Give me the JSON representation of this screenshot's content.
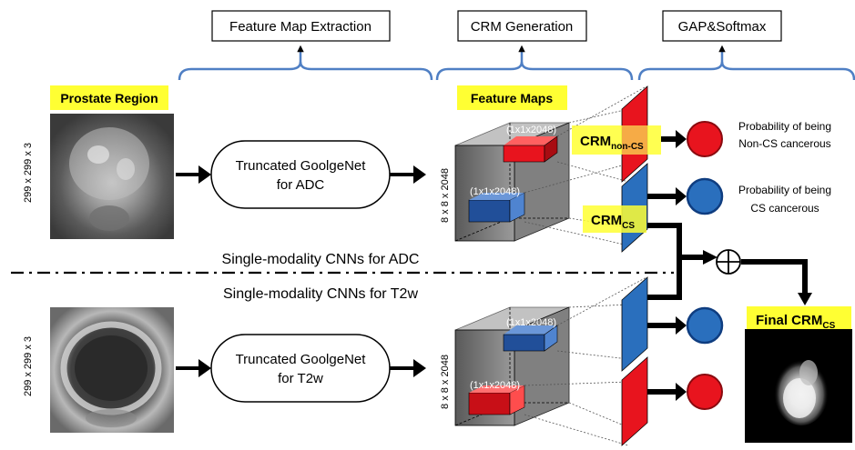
{
  "stages": {
    "feature_map_extraction": "Feature Map Extraction",
    "crm_generation": "CRM Generation",
    "gap_softmax": "GAP&Softmax"
  },
  "prostate_region": "Prostate Region",
  "input_dims": {
    "adc": "299 x 299 x 3",
    "t2w": "299 x 299 x 3"
  },
  "networks": {
    "adc": {
      "line1": "Truncated GoolgeNet",
      "line2": "for ADC"
    },
    "t2w": {
      "line1": "Truncated GoolgeNet",
      "line2": "for T2w"
    }
  },
  "feature_maps_label": "Feature Maps",
  "feature_dims": {
    "adc": "8 x 8 x 2048",
    "t2w": "8 x 8 x 2048"
  },
  "vectors": {
    "adc_red": "(1x1x2048)",
    "adc_blue": "(1x1x2048)",
    "t2w_blue": "(1x1x2048)",
    "t2w_red": "(1x1x2048)"
  },
  "crm_non_cs": {
    "main": "CRM",
    "sub": "non-CS"
  },
  "crm_cs": {
    "main": "CRM",
    "sub": "CS"
  },
  "probabilities": {
    "non_cs": {
      "line1": "Probability of being",
      "line2": "Non-CS cancerous"
    },
    "cs": {
      "line1": "Probability of being",
      "line2": "CS cancerous"
    }
  },
  "separator": {
    "adc": "Single-modality CNNs for ADC",
    "t2w": "Single-modality CNNs for T2w"
  },
  "final_crm": {
    "main": "Final CRM",
    "sub": "CS"
  },
  "colors": {
    "highlight": "#ffff33",
    "red": "#e8141e",
    "blue": "#2a6fbd",
    "dark_blue": "#0f3d80",
    "network_blue": "#4f7fc4",
    "feature_box_dark": "#4a4a4a",
    "feature_box_light": "#8c8c8c"
  }
}
